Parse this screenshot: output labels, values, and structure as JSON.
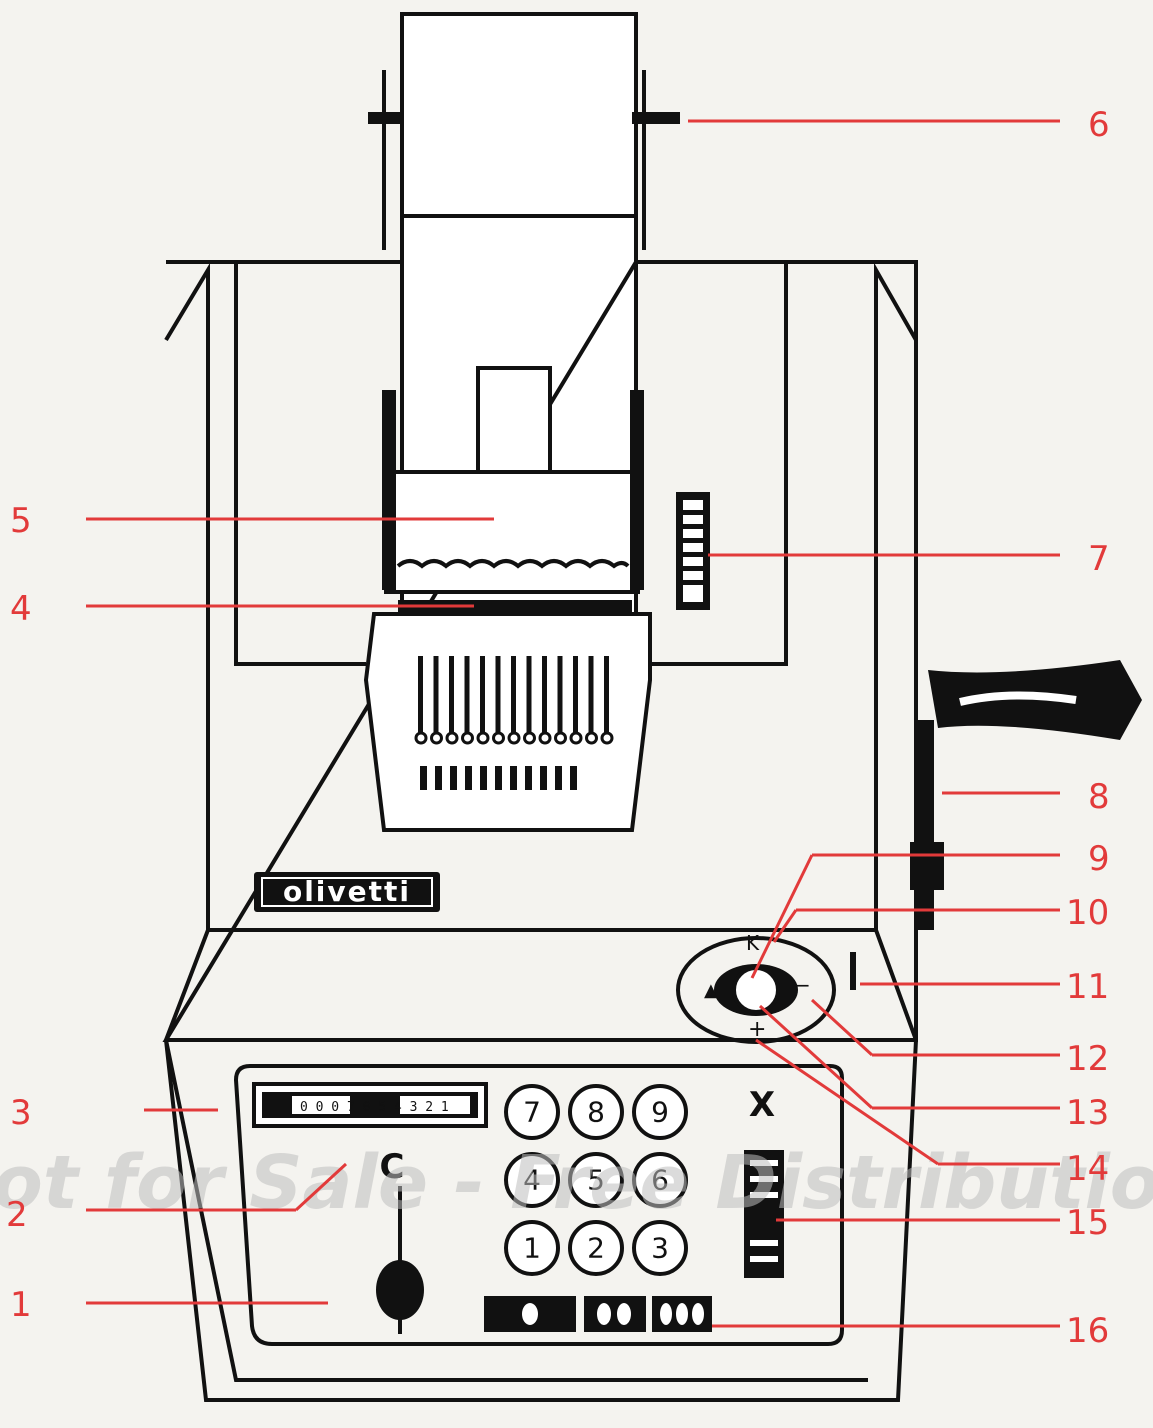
{
  "callouts": [
    "1",
    "2",
    "3",
    "4",
    "5",
    "6",
    "7",
    "8",
    "9",
    "10",
    "11",
    "12",
    "13",
    "14",
    "15",
    "16"
  ],
  "brand": "olivetti",
  "clear_key_label": "C",
  "multiply_label": "X",
  "keypad": [
    "7",
    "8",
    "9",
    "4",
    "5",
    "6",
    "1",
    "2",
    "3"
  ],
  "register_digits": "0 0 0 7 0 5 4 3 2 1",
  "watermark": "ot for Sale - Free Distributio",
  "colors": {
    "callout": "#e23a3a",
    "ink": "#111111",
    "paper": "#f4f3ef"
  }
}
